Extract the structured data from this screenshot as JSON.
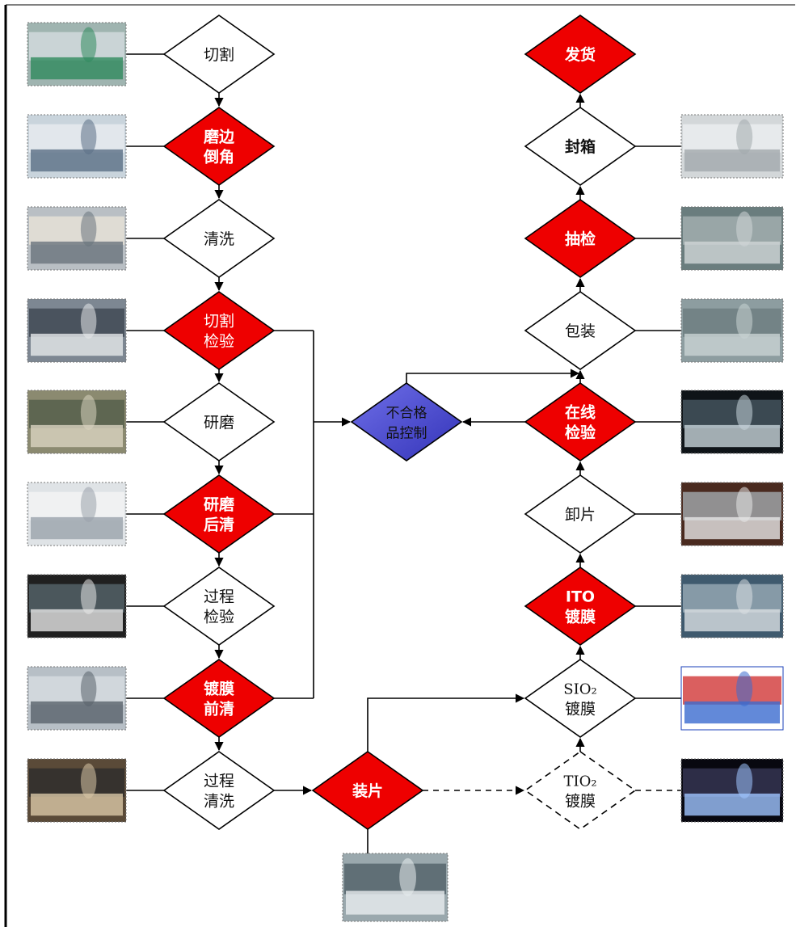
{
  "colors": {
    "key_step": "#ee0000",
    "normal_step": "#ffffff",
    "control": "#4a4ad0",
    "line": "#000000"
  },
  "left_column": [
    {
      "lines": [
        "切割"
      ],
      "style": "normal"
    },
    {
      "lines": [
        "磨边",
        "倒角"
      ],
      "style": "key"
    },
    {
      "lines": [
        "清洗"
      ],
      "style": "normal"
    },
    {
      "lines": [
        "切割",
        "检验"
      ],
      "style": "key-plain"
    },
    {
      "lines": [
        "研磨"
      ],
      "style": "normal"
    },
    {
      "lines": [
        "研磨",
        "后清"
      ],
      "style": "key"
    },
    {
      "lines": [
        "过程",
        "检验"
      ],
      "style": "normal"
    },
    {
      "lines": [
        "镀膜",
        "前清"
      ],
      "style": "key"
    },
    {
      "lines": [
        "过程",
        "清洗"
      ],
      "style": "normal"
    }
  ],
  "loading": {
    "lines": [
      "装片"
    ],
    "style": "key"
  },
  "control": {
    "lines": [
      "不合格",
      "品控制"
    ],
    "style": "control"
  },
  "right_column": [
    {
      "lines": [
        "发货"
      ],
      "style": "key"
    },
    {
      "lines": [
        "封箱"
      ],
      "style": "normal-bold"
    },
    {
      "lines": [
        "抽检"
      ],
      "style": "key"
    },
    {
      "lines": [
        "包装"
      ],
      "style": "normal"
    },
    {
      "lines": [
        "在线",
        "检验"
      ],
      "style": "key"
    },
    {
      "lines": [
        "卸片"
      ],
      "style": "normal"
    },
    {
      "lines": [
        "ITO",
        "镀膜"
      ],
      "style": "key"
    },
    {
      "lines": [
        "SIO₂",
        "镀膜"
      ],
      "style": "normal"
    },
    {
      "lines": [
        "TIO₂",
        "镀膜"
      ],
      "style": "dashed"
    }
  ],
  "photos": {
    "left": [
      "photo-cutting",
      "photo-edging",
      "photo-cleaning",
      "photo-inspection",
      "photo-grinding",
      "photo-post-clean",
      "photo-process-inspection",
      "photo-pre-coating-clean",
      "photo-process-cleaning"
    ],
    "right": [
      "photo-sealing",
      "photo-sampling",
      "photo-packing",
      "photo-online-inspection",
      "photo-unloading",
      "photo-ito-coating",
      "photo-sio2-coating",
      "photo-tio2-coating"
    ],
    "bottom": "photo-loading"
  }
}
